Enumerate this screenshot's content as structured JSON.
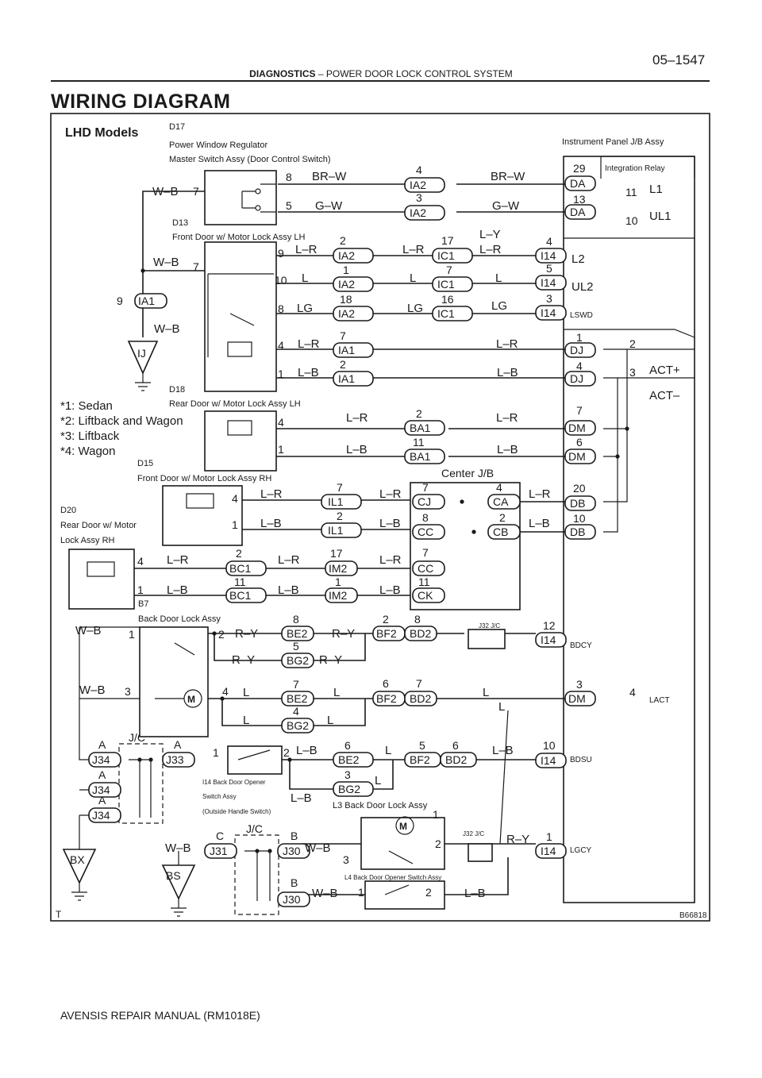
{
  "header": {
    "page_number": "05–1547",
    "section": "DIAGNOSTICS",
    "separator": "–",
    "subsection": "POWER DOOR LOCK CONTROL SYSTEM"
  },
  "title": "WIRING DIAGRAM",
  "footer": "AVENSIS REPAIR MANUAL   (RM1018E)",
  "diagram": {
    "model_label": "LHD Models",
    "figure_code": "B66818",
    "corner_mark": "T",
    "notes": [
      "*1: Sedan",
      "*2: Liftback and Wagon",
      "*3: Liftback",
      "*4: Wagon"
    ],
    "components": {
      "d17": [
        "D17",
        "Power Window Regulator",
        "Master Switch Assy (Door Control Switch)"
      ],
      "d13": [
        "D13",
        "Front Door w/ Motor Lock Assy LH"
      ],
      "d18": [
        "D18",
        "Rear Door w/ Motor Lock Assy LH"
      ],
      "d15": [
        "D15",
        "Front Door w/ Motor Lock Assy RH"
      ],
      "d20": [
        "D20",
        "Rear Door w/ Motor",
        "Lock Assy RH"
      ],
      "b7": [
        "B7",
        "Back Door Lock Assy"
      ],
      "i14": [
        "I14 Back Door Opener",
        "Switch Assy",
        "(Outside Handle Switch)"
      ],
      "l3": "L3 Back Door Lock Assy",
      "l4": "L4 Back Door Opener Switch Assy",
      "jb": "Instrument Panel J/B Assy",
      "relay": "Integration Relay",
      "center_jb": "Center J/B",
      "jc": "J/C",
      "j32": "J32 J/C"
    },
    "terminals": [
      "L1",
      "UL1",
      "L2",
      "UL2",
      "LSWD",
      "ACT+",
      "ACT–",
      "BDCY",
      "LACT",
      "BDSU",
      "LGCY"
    ],
    "ground_points": [
      "IJ",
      "BX",
      "BS"
    ],
    "connectors": [
      "DA",
      "DA",
      "I14",
      "I14",
      "I14",
      "DJ",
      "DJ",
      "DM",
      "DM",
      "DB",
      "DB",
      "I14",
      "DM",
      "I14",
      "I14",
      "IA2",
      "IA2",
      "IA2",
      "IA2",
      "IA2",
      "IA1",
      "IA1",
      "IA1",
      "IC1",
      "IC1",
      "IC1",
      "BA1",
      "BA1",
      "IL1",
      "IL1",
      "CJ",
      "CC",
      "CA",
      "CB",
      "CC",
      "CK",
      "IM2",
      "IM2",
      "BC1",
      "BC1",
      "BE2",
      "BG2",
      "BE2",
      "BG2",
      "BE2",
      "BG2",
      "BF2",
      "BD2",
      "BF2",
      "BD2",
      "BF2",
      "BD2",
      "J34",
      "J34",
      "J34",
      "J33",
      "J31",
      "J30",
      "J30"
    ],
    "wire_colors": [
      "BR–W",
      "G–W",
      "W–B",
      "L–R",
      "L",
      "LG",
      "L–B",
      "L–Y",
      "R–Y",
      "L–B"
    ]
  }
}
